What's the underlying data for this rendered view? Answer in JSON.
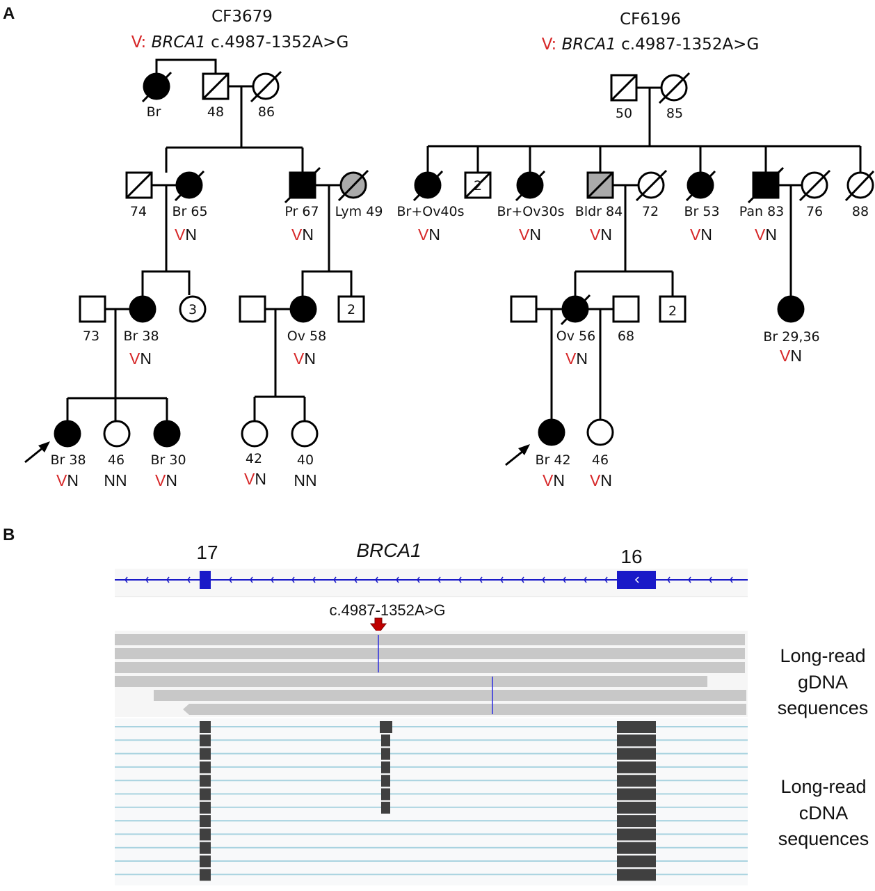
{
  "panels": {
    "a": "A",
    "b": "B"
  },
  "colors": {
    "variant": "#d62728",
    "affected": "#000000",
    "gray_affected": "#aaaaaa",
    "gene_track": "#1a1ac8",
    "gdna_read": "#c8c8c8",
    "cdna_line": "#a9d3e0",
    "cdna_block": "#404040",
    "marker": "#c00000"
  },
  "pedigree1": {
    "family": "CF3679",
    "variant_prefix": "V:",
    "variant_gene": "BRCA1",
    "variant_change": "c.4987-1352A>G",
    "labels": {
      "g1_mat_gm": "Br",
      "g1_gf": "48",
      "g1_gm": "86",
      "g2_sp": "74",
      "g2_d": "Br 65",
      "g2_s": "Pr 67",
      "g2_sw": "Lym 49",
      "g3_h": "73",
      "g3_d": "Br 38",
      "g3_sib": "3",
      "g3_h2": "",
      "g3_d2": "Ov 58",
      "g3_bro": "2",
      "g4_p": "Br 38",
      "g4_s1": "46",
      "g4_s2": "Br 30",
      "g4_c1": "42",
      "g4_c2": "40"
    },
    "genotypes": {
      "g2_d": [
        "V",
        "N"
      ],
      "g2_s": [
        "V",
        "N"
      ],
      "g3_d": [
        "V",
        "N"
      ],
      "g3_d2": [
        "V",
        "N"
      ],
      "g4_p": [
        "V",
        "N"
      ],
      "g4_s1": [
        "N",
        "N"
      ],
      "g4_s2": [
        "V",
        "N"
      ],
      "g4_c1": [
        "V",
        "N"
      ],
      "g4_c2": [
        "N",
        "N"
      ]
    }
  },
  "pedigree2": {
    "family": "CF6196",
    "variant_prefix": "V:",
    "variant_gene": "BRCA1",
    "variant_change": "c.4987-1352A>G",
    "labels": {
      "g1_f": "50",
      "g1_m": "85",
      "c1": "Br+Ov40s",
      "c2": "2",
      "c3": "Br+Ov30s",
      "c4": "Bldr 84",
      "c4w": "72",
      "c5": "Br 53",
      "c6": "Pan 83",
      "c6w": "76",
      "c7": "88",
      "gc1": "Ov 56",
      "gc1h": "68",
      "gc2": "2",
      "gc3": "Br 29,36",
      "ggc1": "Br 42",
      "ggc2": "46"
    },
    "genotypes": {
      "c1": [
        "V",
        "N"
      ],
      "c3": [
        "V",
        "N"
      ],
      "c4": [
        "V",
        "N"
      ],
      "c5": [
        "V",
        "N"
      ],
      "c6": [
        "V",
        "N"
      ],
      "gc1": [
        "V",
        "N"
      ],
      "gc3": [
        "V",
        "N"
      ],
      "ggc1": [
        "V",
        "N"
      ],
      "ggc2": [
        "V",
        "N"
      ]
    }
  },
  "track": {
    "gene": "BRCA1",
    "exon_17": "17",
    "exon_16": "16",
    "variant_label": "c.4987-1352A>G",
    "gdna_label": [
      "Long-read",
      "gDNA",
      "sequences"
    ],
    "cdna_label": [
      "Long-read",
      "cDNA",
      "sequences"
    ]
  }
}
